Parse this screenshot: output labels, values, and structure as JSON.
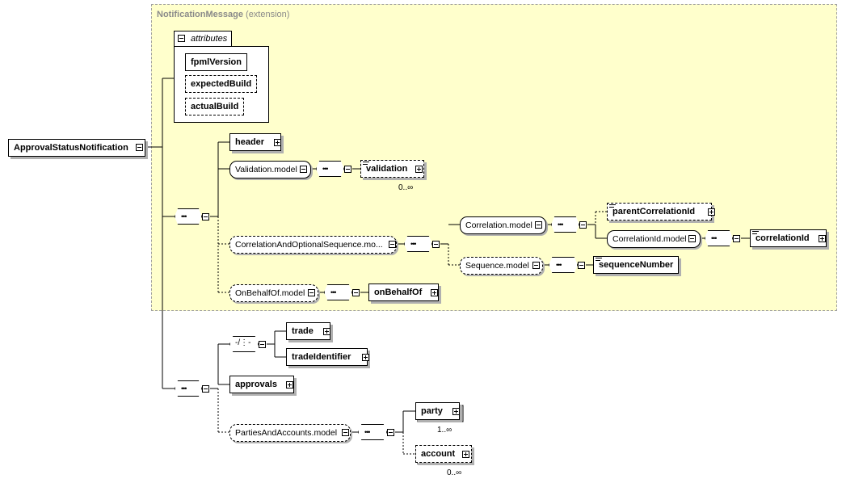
{
  "extension": {
    "name": "NotificationMessage",
    "label": "(extension)"
  },
  "attributes": {
    "tab_label": "attributes",
    "items": [
      "fpmlVersion",
      "expectedBuild",
      "actualBuild"
    ]
  },
  "root": {
    "label": "ApprovalStatusNotification"
  },
  "nodes": {
    "header": "header",
    "validation_model": "Validation.model",
    "validation": "validation",
    "validation_card": "0..∞",
    "correlation_seq_model": "CorrelationAndOptionalSequence.mo...",
    "correlation_model": "Correlation.model",
    "parent_correlation_id": "parentCorrelationId",
    "correlation_id_model": "CorrelationId.model",
    "correlation_id": "correlationId",
    "sequence_model": "Sequence.model",
    "sequence_number": "sequenceNumber",
    "on_behalf_of_model": "OnBehalfOf.model",
    "on_behalf_of": "onBehalfOf",
    "trade": "trade",
    "trade_identifier": "tradeIdentifier",
    "approvals": "approvals",
    "parties_accounts_model": "PartiesAndAccounts.model",
    "party": "party",
    "party_card": "1..∞",
    "account": "account",
    "account_card": "0..∞"
  }
}
